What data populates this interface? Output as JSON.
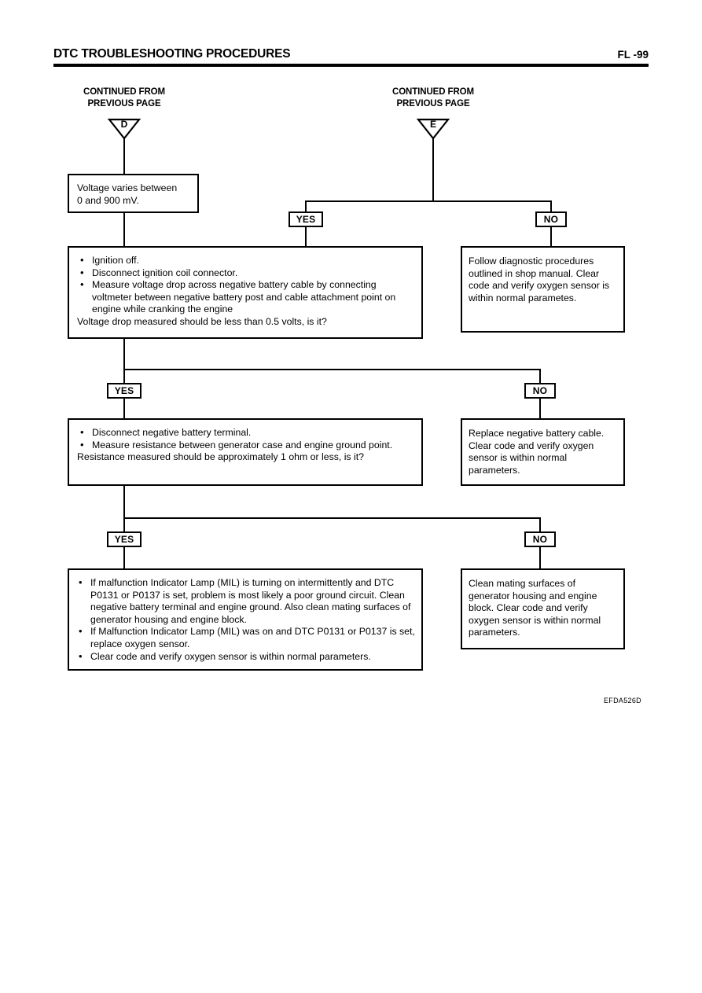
{
  "header": {
    "title": "DTC TROUBLESHOOTING PROCEDURES",
    "page_label": "FL -99"
  },
  "connectors": [
    {
      "id": "D",
      "caption_line1": "CONTINUED FROM",
      "caption_line2": "PREVIOUS PAGE",
      "label": "D"
    },
    {
      "id": "E",
      "caption_line1": "CONTINUED FROM",
      "caption_line2": "PREVIOUS PAGE",
      "label": "E"
    }
  ],
  "branch_labels": {
    "yes": "YES",
    "no": "NO"
  },
  "boxes": {
    "voltage_range": {
      "line1": "Voltage varies between",
      "line2": "0 and 900 mV."
    },
    "step1": {
      "bullets": [
        "Ignition off.",
        "Disconnect ignition coil connector.",
        "Measure voltage drop across negative battery cable by connecting voltmeter between negative battery post and cable attachment point on engine while cranking the engine"
      ],
      "question": "Voltage drop measured should be less than 0.5 volts, is it?"
    },
    "step1_no": {
      "text": "Follow diagnostic procedures outlined in shop manual. Clear code and verify oxygen sensor is within normal parametes."
    },
    "step2": {
      "bullets": [
        "Disconnect negative battery terminal.",
        "Measure resistance between generator case and engine ground point."
      ],
      "question": "Resistance measured should be approximately 1 ohm or less, is it?"
    },
    "step2_no": {
      "text": "Replace negative battery cable. Clear code and verify oxygen sensor is within normal parameters."
    },
    "step3": {
      "bullets": [
        "If malfunction Indicator Lamp (MIL) is turning on intermittently and DTC P0131 or P0137 is set, problem is most likely a poor ground circuit. Clean negative battery terminal and engine ground. Also clean mating surfaces of generator housing and engine block.",
        "If Malfunction Indicator Lamp (MIL) was on and DTC P0131 or P0137 is set, replace oxygen sensor.",
        "Clear code and verify oxygen sensor is within normal parameters."
      ]
    },
    "step3_no": {
      "text": "Clean mating surfaces of generator housing and engine block. Clear code and verify oxygen sensor is  within normal parameters."
    }
  },
  "figure_reference": "EFDA526D"
}
